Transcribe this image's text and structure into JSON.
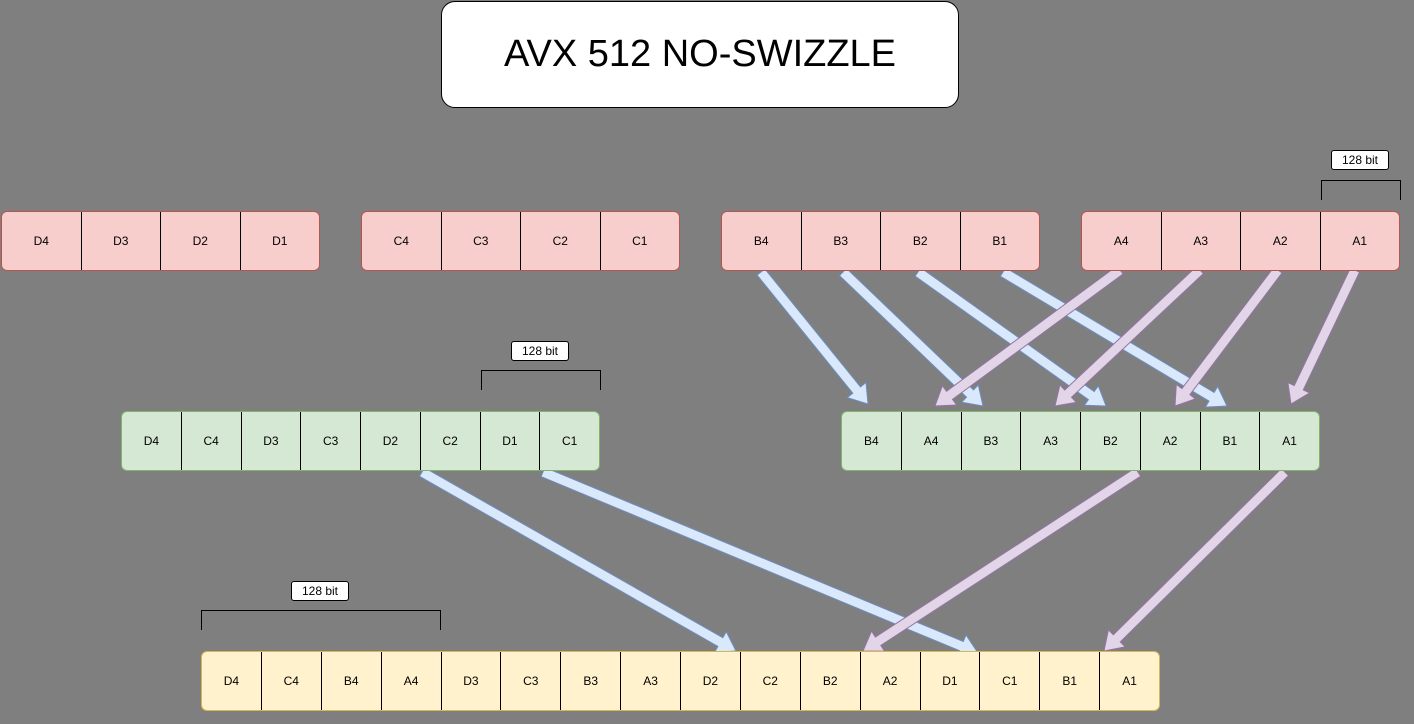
{
  "title": "AVX 512 NO-SWIZZLE",
  "bit_label": "128 bit",
  "colors": {
    "background": "#7f7f7f",
    "source_fill": "#f8cecc",
    "intermediate_fill": "#d5e8d4",
    "result_fill": "#fff2cc",
    "arrow_blue": "#dae8fc",
    "arrow_purple": "#e1d5e7"
  },
  "registers": {
    "source_d": [
      "D4",
      "D3",
      "D2",
      "D1"
    ],
    "source_c": [
      "C4",
      "C3",
      "C2",
      "C1"
    ],
    "source_b": [
      "B4",
      "B3",
      "B2",
      "B1"
    ],
    "source_a": [
      "A4",
      "A3",
      "A2",
      "A1"
    ],
    "mid_dc": [
      "D4",
      "C4",
      "D3",
      "C3",
      "D2",
      "C2",
      "D1",
      "C1"
    ],
    "mid_ba": [
      "B4",
      "A4",
      "B3",
      "A3",
      "B2",
      "A2",
      "B1",
      "A1"
    ],
    "result": [
      "D4",
      "C4",
      "B4",
      "A4",
      "D3",
      "C3",
      "B3",
      "A3",
      "D2",
      "C2",
      "B2",
      "A2",
      "D1",
      "C1",
      "B1",
      "A1"
    ]
  }
}
